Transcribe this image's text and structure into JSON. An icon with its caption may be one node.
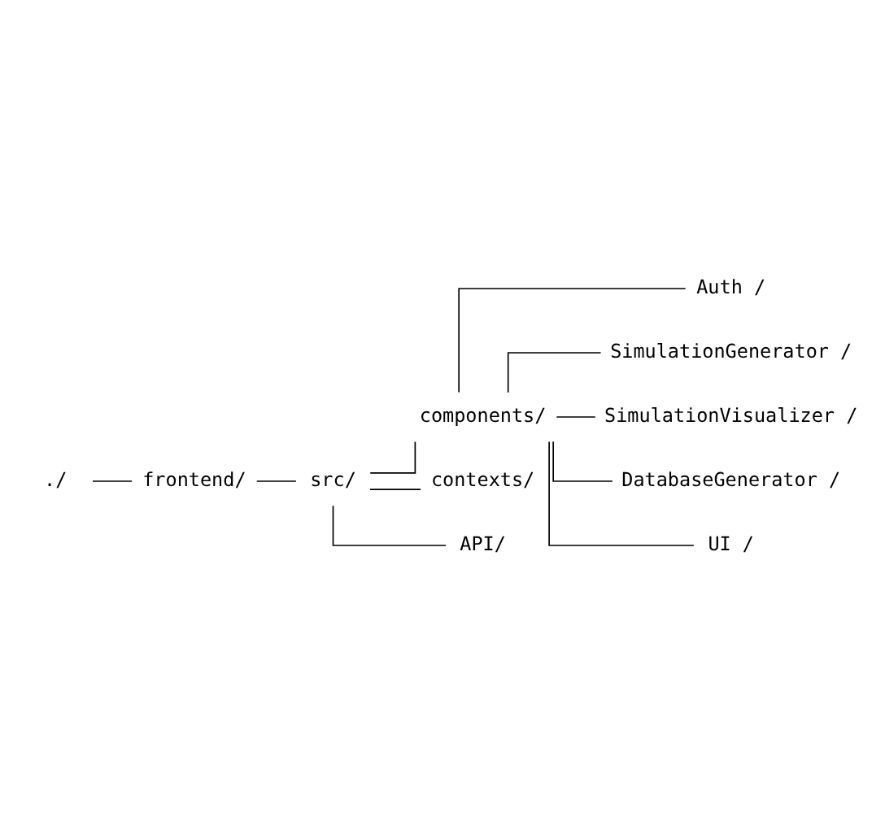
{
  "diagram": {
    "nodes": [
      {
        "text": [
          "./"
        ]
      },
      {
        "text": [
          "frontend/"
        ]
      },
      {
        "text": [
          "src/"
        ]
      },
      {
        "text": [
          "components/"
        ]
      },
      {
        "text": [
          "Auth /"
        ]
      },
      {
        "text": [
          "SimulationGenerator /"
        ]
      },
      {
        "text": [
          "SimulationVisualizer /"
        ]
      },
      {
        "text": [
          "DatabaseGenerator /"
        ]
      },
      {
        "text": [
          "UI /"
        ]
      },
      {
        "text": [
          "contexts/"
        ]
      },
      {
        "text": [
          "API/"
        ]
      }
    ],
    "edges": [
      {
        "from": 0,
        "to": 1,
        "arrow": "none"
      },
      {
        "from": 1,
        "to": 2,
        "arrow": "none"
      },
      {
        "from": 2,
        "to": 3,
        "arrow": "none"
      },
      {
        "from": 3,
        "to": 4,
        "arrow": "none"
      },
      {
        "from": 3,
        "to": 5,
        "arrow": "none"
      },
      {
        "from": 3,
        "to": 6,
        "arrow": "none"
      },
      {
        "from": 3,
        "to": 7,
        "arrow": "none"
      },
      {
        "from": 3,
        "to": 8,
        "arrow": "none"
      },
      {
        "from": 2,
        "to": 9,
        "arrow": "none"
      },
      {
        "from": 2,
        "to": 10,
        "arrow": "none"
      }
    ]
  }
}
